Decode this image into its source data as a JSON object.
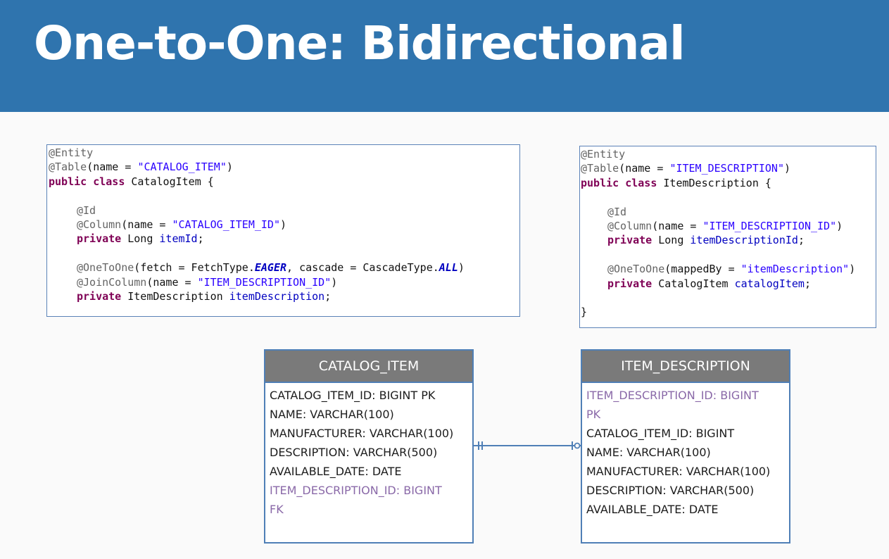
{
  "title": "One-to-One: Bidirectional",
  "code_left": {
    "lines": [
      {
        "indent": 0,
        "tokens": [
          {
            "t": "@Entity",
            "c": "ann"
          }
        ]
      },
      {
        "indent": 0,
        "tokens": [
          {
            "t": "@Table",
            "c": "ann"
          },
          {
            "t": "(name = ",
            "c": "plain"
          },
          {
            "t": "\"CATALOG_ITEM\"",
            "c": "str"
          },
          {
            "t": ")",
            "c": "plain"
          }
        ]
      },
      {
        "indent": 0,
        "tokens": [
          {
            "t": "public",
            "c": "kw"
          },
          {
            "t": " ",
            "c": "plain"
          },
          {
            "t": "class",
            "c": "kw"
          },
          {
            "t": " CatalogItem {",
            "c": "plain"
          }
        ]
      },
      {
        "indent": 0,
        "tokens": []
      },
      {
        "indent": 1,
        "tokens": [
          {
            "t": "@Id",
            "c": "ann"
          }
        ]
      },
      {
        "indent": 1,
        "tokens": [
          {
            "t": "@Column",
            "c": "ann"
          },
          {
            "t": "(name = ",
            "c": "plain"
          },
          {
            "t": "\"CATALOG_ITEM_ID\"",
            "c": "str"
          },
          {
            "t": ")",
            "c": "plain"
          }
        ]
      },
      {
        "indent": 1,
        "tokens": [
          {
            "t": "private",
            "c": "kw"
          },
          {
            "t": " Long ",
            "c": "plain"
          },
          {
            "t": "itemId",
            "c": "field"
          },
          {
            "t": ";",
            "c": "plain"
          }
        ]
      },
      {
        "indent": 0,
        "tokens": []
      },
      {
        "indent": 1,
        "tokens": [
          {
            "t": "@OneToOne",
            "c": "ann"
          },
          {
            "t": "(fetch = FetchType.",
            "c": "plain"
          },
          {
            "t": "EAGER",
            "c": "enum"
          },
          {
            "t": ", cascade = CascadeType.",
            "c": "plain"
          },
          {
            "t": "ALL",
            "c": "enum"
          },
          {
            "t": ")",
            "c": "plain"
          }
        ]
      },
      {
        "indent": 1,
        "tokens": [
          {
            "t": "@JoinColumn",
            "c": "ann"
          },
          {
            "t": "(name = ",
            "c": "plain"
          },
          {
            "t": "\"ITEM_DESCRIPTION_ID\"",
            "c": "str"
          },
          {
            "t": ")",
            "c": "plain"
          }
        ]
      },
      {
        "indent": 1,
        "tokens": [
          {
            "t": "private",
            "c": "kw"
          },
          {
            "t": " ItemDescription ",
            "c": "plain"
          },
          {
            "t": "itemDescription",
            "c": "field"
          },
          {
            "t": ";",
            "c": "plain"
          }
        ]
      }
    ]
  },
  "code_right": {
    "lines": [
      {
        "indent": 0,
        "tokens": [
          {
            "t": "@Entity",
            "c": "ann"
          }
        ]
      },
      {
        "indent": 0,
        "tokens": [
          {
            "t": "@Table",
            "c": "ann"
          },
          {
            "t": "(name = ",
            "c": "plain"
          },
          {
            "t": "\"ITEM_DESCRIPTION\"",
            "c": "str"
          },
          {
            "t": ")",
            "c": "plain"
          }
        ]
      },
      {
        "indent": 0,
        "tokens": [
          {
            "t": "public",
            "c": "kw"
          },
          {
            "t": " ",
            "c": "plain"
          },
          {
            "t": "class",
            "c": "kw"
          },
          {
            "t": " ItemDescription {",
            "c": "plain"
          }
        ]
      },
      {
        "indent": 0,
        "tokens": []
      },
      {
        "indent": 1,
        "tokens": [
          {
            "t": "@Id",
            "c": "ann"
          }
        ]
      },
      {
        "indent": 1,
        "tokens": [
          {
            "t": "@Column",
            "c": "ann"
          },
          {
            "t": "(name = ",
            "c": "plain"
          },
          {
            "t": "\"ITEM_DESCRIPTION_ID\"",
            "c": "str"
          },
          {
            "t": ")",
            "c": "plain"
          }
        ]
      },
      {
        "indent": 1,
        "tokens": [
          {
            "t": "private",
            "c": "kw"
          },
          {
            "t": " Long ",
            "c": "plain"
          },
          {
            "t": "itemDescriptionId",
            "c": "field"
          },
          {
            "t": ";",
            "c": "plain"
          }
        ]
      },
      {
        "indent": 0,
        "tokens": []
      },
      {
        "indent": 1,
        "tokens": [
          {
            "t": "@OneToOne",
            "c": "ann"
          },
          {
            "t": "(mappedBy = ",
            "c": "plain"
          },
          {
            "t": "\"itemDescription\"",
            "c": "str"
          },
          {
            "t": ")",
            "c": "plain"
          }
        ]
      },
      {
        "indent": 1,
        "tokens": [
          {
            "t": "private",
            "c": "kw"
          },
          {
            "t": " CatalogItem ",
            "c": "plain"
          },
          {
            "t": "catalogItem",
            "c": "field"
          },
          {
            "t": ";",
            "c": "plain"
          }
        ]
      },
      {
        "indent": 0,
        "tokens": []
      },
      {
        "indent": 0,
        "tokens": [
          {
            "t": "}",
            "c": "plain"
          }
        ]
      }
    ]
  },
  "entities": {
    "catalog_item": {
      "name": "CATALOG_ITEM",
      "attributes": [
        {
          "text": "CATALOG_ITEM_ID: BIGINT PK",
          "kind": "plain"
        },
        {
          "text": "NAME: VARCHAR(100)",
          "kind": "plain"
        },
        {
          "text": "MANUFACTURER: VARCHAR(100)",
          "kind": "plain"
        },
        {
          "text": "DESCRIPTION: VARCHAR(500)",
          "kind": "plain"
        },
        {
          "text": "AVAILABLE_DATE: DATE",
          "kind": "plain"
        },
        {
          "text": "ITEM_DESCRIPTION_ID: BIGINT",
          "kind": "key"
        },
        {
          "text": "FK",
          "kind": "key"
        }
      ]
    },
    "item_description": {
      "name": "ITEM_DESCRIPTION",
      "attributes": [
        {
          "text": "ITEM_DESCRIPTION_ID: BIGINT",
          "kind": "key"
        },
        {
          "text": "PK",
          "kind": "key"
        },
        {
          "text": "CATALOG_ITEM_ID: BIGINT",
          "kind": "plain"
        },
        {
          "text": "NAME: VARCHAR(100)",
          "kind": "plain"
        },
        {
          "text": "MANUFACTURER: VARCHAR(100)",
          "kind": "plain"
        },
        {
          "text": "DESCRIPTION: VARCHAR(500)",
          "kind": "plain"
        },
        {
          "text": "AVAILABLE_DATE: DATE",
          "kind": "plain"
        }
      ]
    }
  },
  "relationship": {
    "from": "CATALOG_ITEM",
    "to": "ITEM_DESCRIPTION",
    "from_end": "exactly-one",
    "to_end": "zero-or-one"
  },
  "colors": {
    "header": "#2f74ae",
    "entity_header": "#7a7a7a",
    "border": "#4f7fb6",
    "key_attribute": "#8a69a8"
  }
}
